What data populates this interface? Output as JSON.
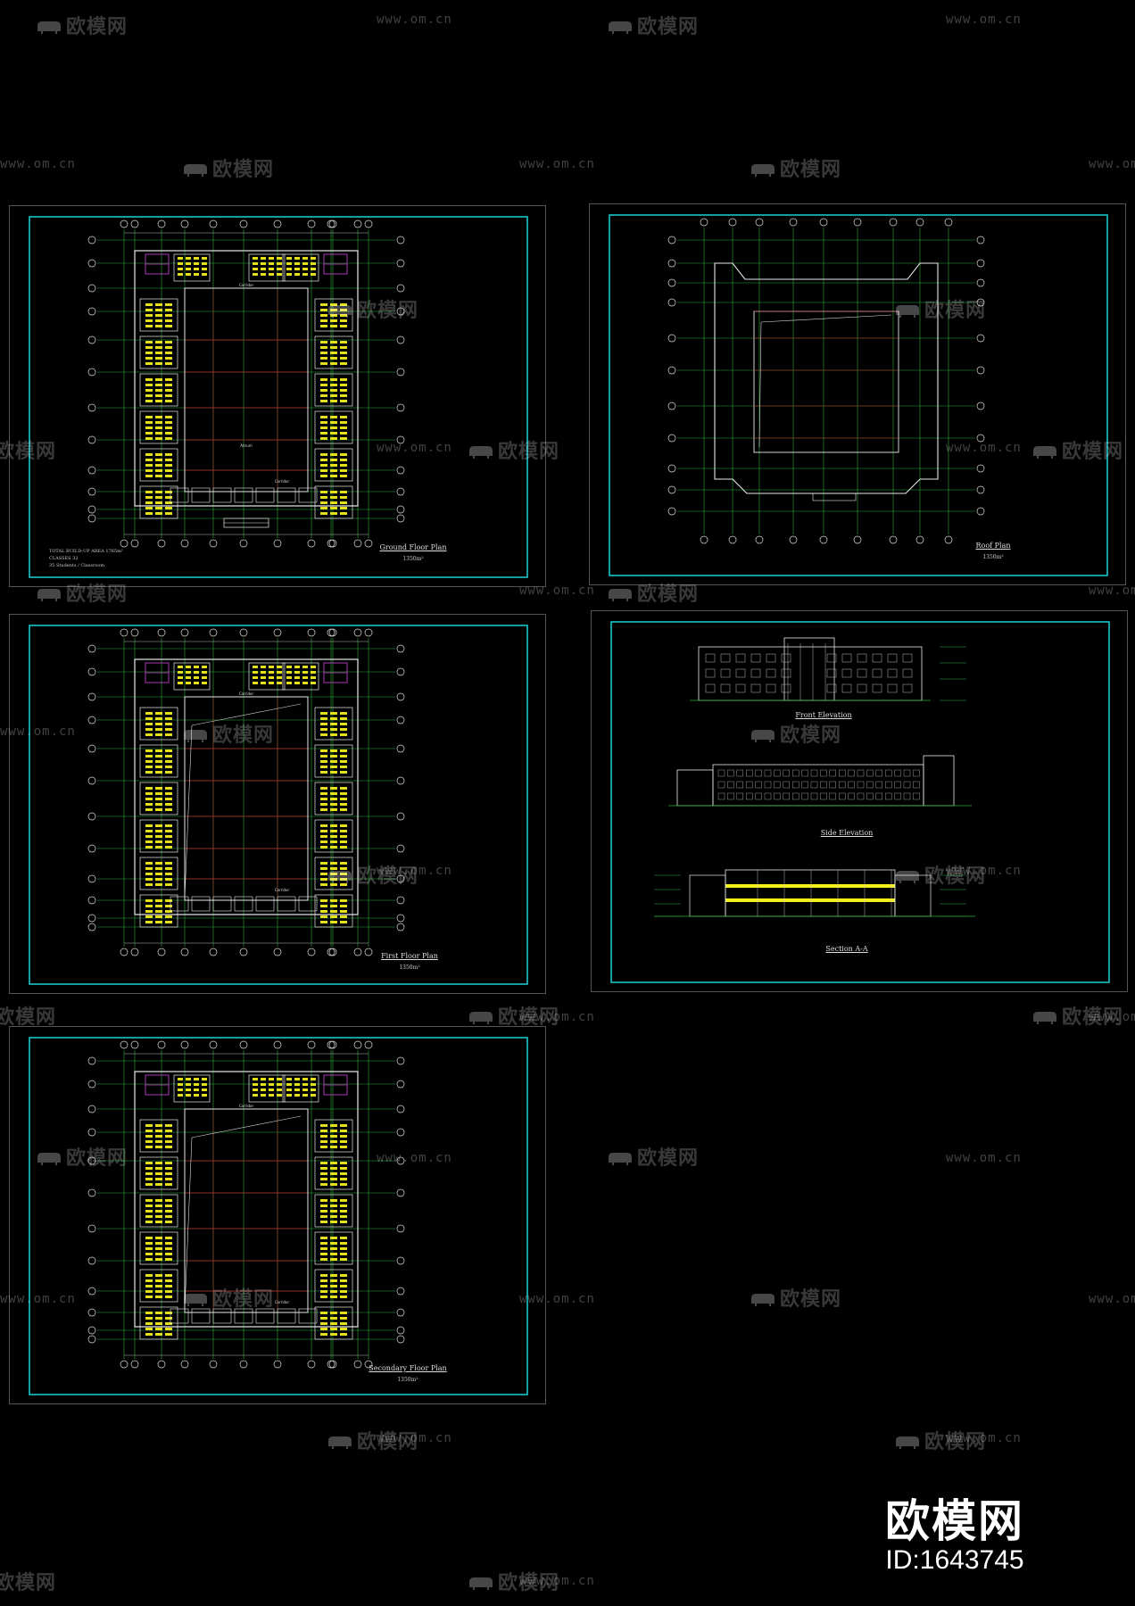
{
  "sheets": [
    {
      "key": "ground",
      "title": "Ground Floor Plan",
      "subtitle": "1350m²",
      "info": [
        "TOTAL BUILD-UP AREA 1765m²",
        "CLASSES 32",
        "35 Students / Classroom"
      ]
    },
    {
      "key": "roof",
      "title": "Roof Plan",
      "subtitle": "1350m²",
      "info": []
    },
    {
      "key": "first",
      "title": "First Floor Plan",
      "subtitle": "1350m²",
      "info": []
    },
    {
      "key": "elev",
      "titles": [
        "Front Elevation",
        "Side Elevation",
        "Section A-A"
      ],
      "info": []
    },
    {
      "key": "second",
      "title": "Secondary Floor Plan",
      "subtitle": "1350m²",
      "info": []
    }
  ],
  "plan_labels": {
    "corridor": "Corridor",
    "atrium": "Atrium"
  },
  "watermark": {
    "brand": "欧模网",
    "url": "www.om.cn"
  },
  "corner": {
    "brand": "欧模网",
    "id": "ID:1643745"
  },
  "colors": {
    "background": "#000000",
    "sheet_border": "#18c6cc",
    "grid_line": "#2fa83c",
    "grid_red": "#b8262d",
    "wall": "#e8e8e8",
    "furniture": "#e6e01c",
    "magenta": "#c040c8",
    "highlight": "#f4f01a"
  }
}
